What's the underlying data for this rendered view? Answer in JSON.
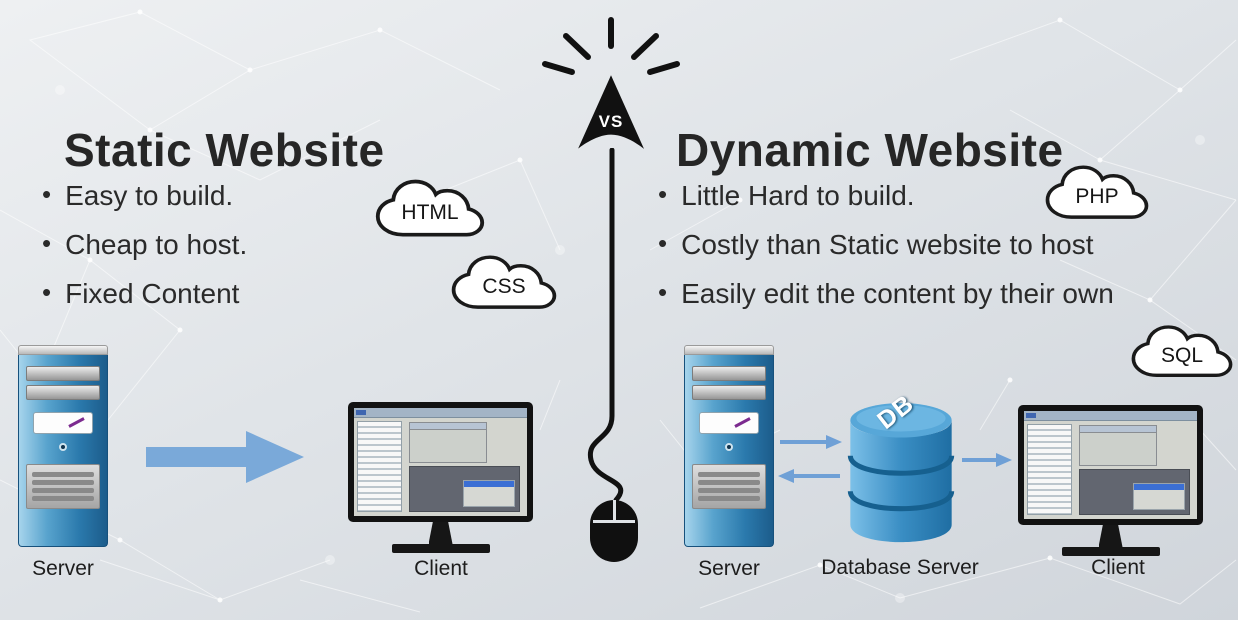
{
  "vs": {
    "label": "VS"
  },
  "static_site": {
    "title": "Static Website",
    "bullets": [
      "Easy to build.",
      "Cheap to host.",
      "Fixed Content"
    ],
    "cloud_html": "HTML",
    "cloud_css": "CSS",
    "server_label": "Server",
    "client_label": "Client"
  },
  "dynamic_site": {
    "title": "Dynamic Website",
    "bullets": [
      "Little Hard to build.",
      "Costly than Static website to host",
      "Easily edit the content by their own"
    ],
    "cloud_php": "PHP",
    "cloud_sql": "SQL",
    "server_label": "Server",
    "db_label": "DB",
    "database_server_label": "Database Server",
    "client_label": "Client"
  },
  "icons": {
    "vs-cursor-icon": "upward pointer arrow",
    "mouse-icon": "computer mouse silhouette",
    "server-icon": "server tower",
    "client-icon": "desktop monitor",
    "database-icon": "stacked cylinder",
    "cloud-icon": "outlined cloud",
    "arrow-icon": "blue arrow"
  },
  "colors": {
    "accent_arrow_blue": "#7aa9d9",
    "server_blue": "#2b7aad",
    "database_blue": "#2e86ba",
    "text_dark": "#262626",
    "background": "#dfe3e7"
  }
}
